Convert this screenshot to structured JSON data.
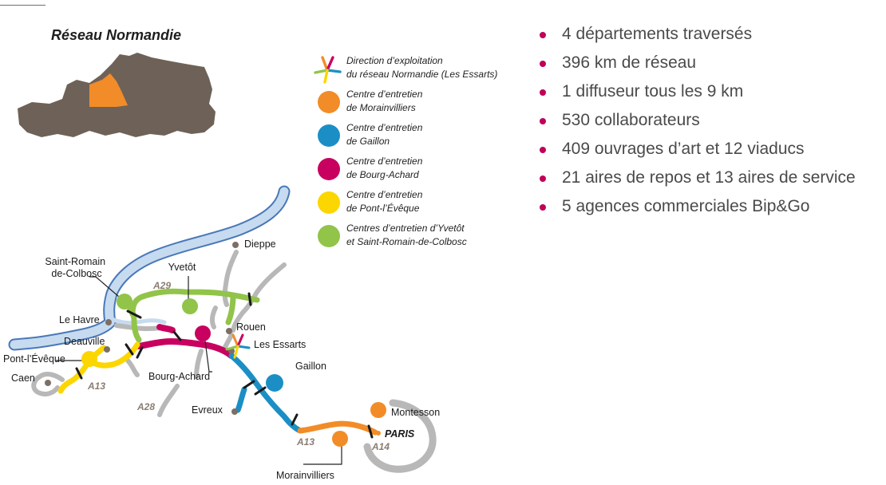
{
  "map_title": "Réseau Normandie",
  "colors": {
    "morainvilliers": "#f28c28",
    "gaillon": "#1b8fc5",
    "bourg_achard": "#c8005f",
    "pont_leveque": "#fcd600",
    "yvetot": "#91c449",
    "other_roads": "#b8b8b8",
    "river": "#c6dbef",
    "river_edge": "#4a78b8",
    "region": "#6e6258",
    "city_dot": "#7b6f66",
    "bullet": "#c0005a"
  },
  "legend": [
    {
      "id": "direction",
      "label": "Direction d’exploitation\ndu réseau Normandie (Les Essarts)",
      "icon": "multicolor-logo-icon"
    },
    {
      "id": "morainvilliers",
      "label": "Centre d’entretien\nde Morainvilliers"
    },
    {
      "id": "gaillon",
      "label": "Centre d’entretien\nde Gaillon"
    },
    {
      "id": "bourg_achard",
      "label": "Centre d’entretien\nde Bourg-Achard"
    },
    {
      "id": "pont_leveque",
      "label": "Centre d’entretien\nde Pont-l’Évêque"
    },
    {
      "id": "yvetot",
      "label": "Centres d’entretien d’Yvetôt\net Saint-Romain-de-Colbosc"
    }
  ],
  "places": {
    "saint_romain": "Saint-Romain\nde-Colbosc",
    "yvetot": "Yvetôt",
    "dieppe": "Dieppe",
    "le_havre": "Le Havre",
    "deauville": "Deauville",
    "pont_leveque": "Pont-l’Évêque",
    "caen": "Caen",
    "rouen": "Rouen",
    "les_essarts": "Les Essarts",
    "bourg_achard": "Bourg-Achard",
    "gaillon": "Gaillon",
    "evreux": "Evreux",
    "montesson": "Montesson",
    "paris": "PARIS",
    "morainvilliers": "Morainvilliers"
  },
  "roads": {
    "a29": "A29",
    "a13_west": "A13",
    "a28": "A28",
    "a13_east": "A13",
    "a14": "A14"
  },
  "facts": [
    "4 départements traversés",
    "396 km de réseau",
    "1 diffuseur tous les 9 km",
    "530 collaborateurs",
    "409 ouvrages d’art et 12 viaducs",
    "21 aires de repos et 13 aires de service",
    "5 agences commerciales Bip&Go"
  ]
}
